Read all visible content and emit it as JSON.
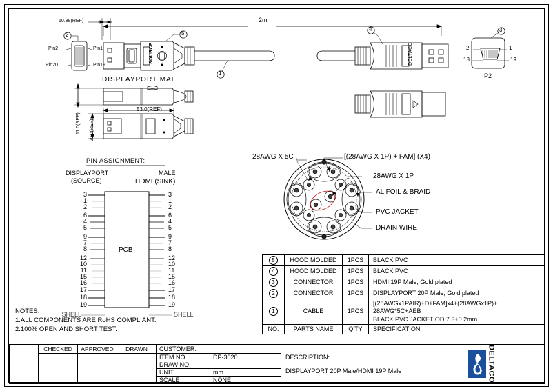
{
  "drawing": {
    "title_top_dimension": "2m",
    "dp_ref_dimension": "10.88(REF)",
    "dp_length_dimension": "53.0(REF)",
    "dp_height_dimension": "11.0(REF)",
    "dp_width_dimension": "20.0(REF)",
    "dp_label": "DISPLAYPORT MALE",
    "dp_face_pins": {
      "pin1": "Pin1",
      "pin2": "Pin2",
      "pin19": "Pin19",
      "pin20": "Pin20"
    },
    "dp_body_text": "SOURCE",
    "hdmi_body_text": "DELTACO",
    "hdmi_face_label": "P2",
    "hdmi_face_pins": {
      "p1": "1",
      "p2": "2",
      "p18": "18",
      "p19": "19"
    },
    "balloons": {
      "one": "1",
      "two": "2",
      "three": "3",
      "four": "4",
      "five": "5"
    }
  },
  "cross_section": {
    "callouts": [
      "28AWG X 5C",
      "[(28AWG X 1P) + FAM] (X4)",
      "28AWG X 1P",
      "AL FOIL & BRAID",
      "PVC JACKET",
      "DRAIN WIRE"
    ]
  },
  "pin_assignment": {
    "heading": "PIN  ASSIGNMENT:",
    "left_title_line1": "DISPLAYPORT",
    "left_title_line2": "(SOURCE)",
    "right_title_line1": "MALE",
    "right_title_line2": "HDMI (SINK)",
    "block_label": "PCB",
    "left_pins": [
      "3",
      "1",
      "2",
      "6",
      "4",
      "5",
      "9",
      "7",
      "8",
      "12",
      "10",
      "11",
      "15",
      "16",
      "17",
      "18",
      "19",
      "SHELL"
    ],
    "right_pins": [
      "3",
      "1",
      "2",
      "6",
      "4",
      "5",
      "9",
      "7",
      "8",
      "12",
      "10",
      "11",
      "15",
      "16",
      "17",
      "18",
      "19",
      "SHELL"
    ]
  },
  "notes": {
    "heading": "NOTES:",
    "items": [
      "1.ALL COMPONENTS ARE RoHS COMPLIANT.",
      "2.100% OPEN AND SHORT TEST."
    ]
  },
  "bom": {
    "columns": [
      "NO.",
      "PARTS NAME",
      "Q'TY",
      "SPECIFICATION"
    ],
    "rows": [
      {
        "no": "5",
        "name": "HOOD MOLDED",
        "qty": "1PCS",
        "spec": "BLACK PVC"
      },
      {
        "no": "4",
        "name": "HOOD MOLDED",
        "qty": "1PCS",
        "spec": "BLACK PVC"
      },
      {
        "no": "3",
        "name": "CONNECTOR",
        "qty": "1PCS",
        "spec": "HDMI 19P Male, Gold plated"
      },
      {
        "no": "2",
        "name": "CONNECTOR",
        "qty": "1PCS",
        "spec": "DISPLAYPORT 20P Male, Gold plated"
      },
      {
        "no": "1",
        "name": "CABLE",
        "qty": "1PCS",
        "spec_line1": "[(28AWGx1PAIR)+D+FAM]x4+(28AWGx1P)+",
        "spec_line2": "28AWG*5C+AEB",
        "spec_line3": "BLACK PVC JACKET   OD:7.3+0.2mm"
      }
    ]
  },
  "title_block": {
    "approval_headers": [
      "CHECKED",
      "APPROVED",
      "DRAWN"
    ],
    "customer_label": "CUSTOMER:",
    "customer_value": "",
    "item_no_label": "ITEM NO.",
    "item_no_value": "DP-3020",
    "draw_no_label": "DRAW NO.",
    "draw_no_value": "",
    "unit_label": "UNIT",
    "unit_value": "mm",
    "scale_label": "SCALE",
    "scale_value": "NONE",
    "description_label": "DESCRIPTION:",
    "description_value": "DISPLAYPORT 20P Male/HDMI 19P Male",
    "logo_text": "DELTACO",
    "logo_color": "#1a4f9c"
  }
}
